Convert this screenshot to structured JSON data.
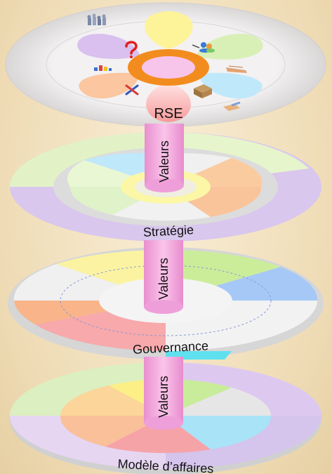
{
  "layers": {
    "rse": {
      "label": "RSE"
    },
    "strategie": {
      "label": "Stratégie"
    },
    "gouvernance": {
      "label": "Gouvernance"
    },
    "modele": {
      "label": "Modèle d’affaires"
    }
  },
  "pillar": {
    "label": "Valeurs"
  },
  "colors": {
    "pink": "#f6a6d8",
    "orange": "#f4922a",
    "purple": "#d9c2ee",
    "yellow": "#fdf39a",
    "green": "#d8f0b4",
    "blue": "#bfe6fb",
    "peach": "#fbc9a0",
    "salmon": "#f7b0ae",
    "gray": "#ebe8e6"
  },
  "icons": [
    "people-icon",
    "question-mark-icon",
    "person-group-icon",
    "building-icon",
    "hands-icon",
    "tools-icon",
    "box-icon",
    "handshake-icon"
  ]
}
